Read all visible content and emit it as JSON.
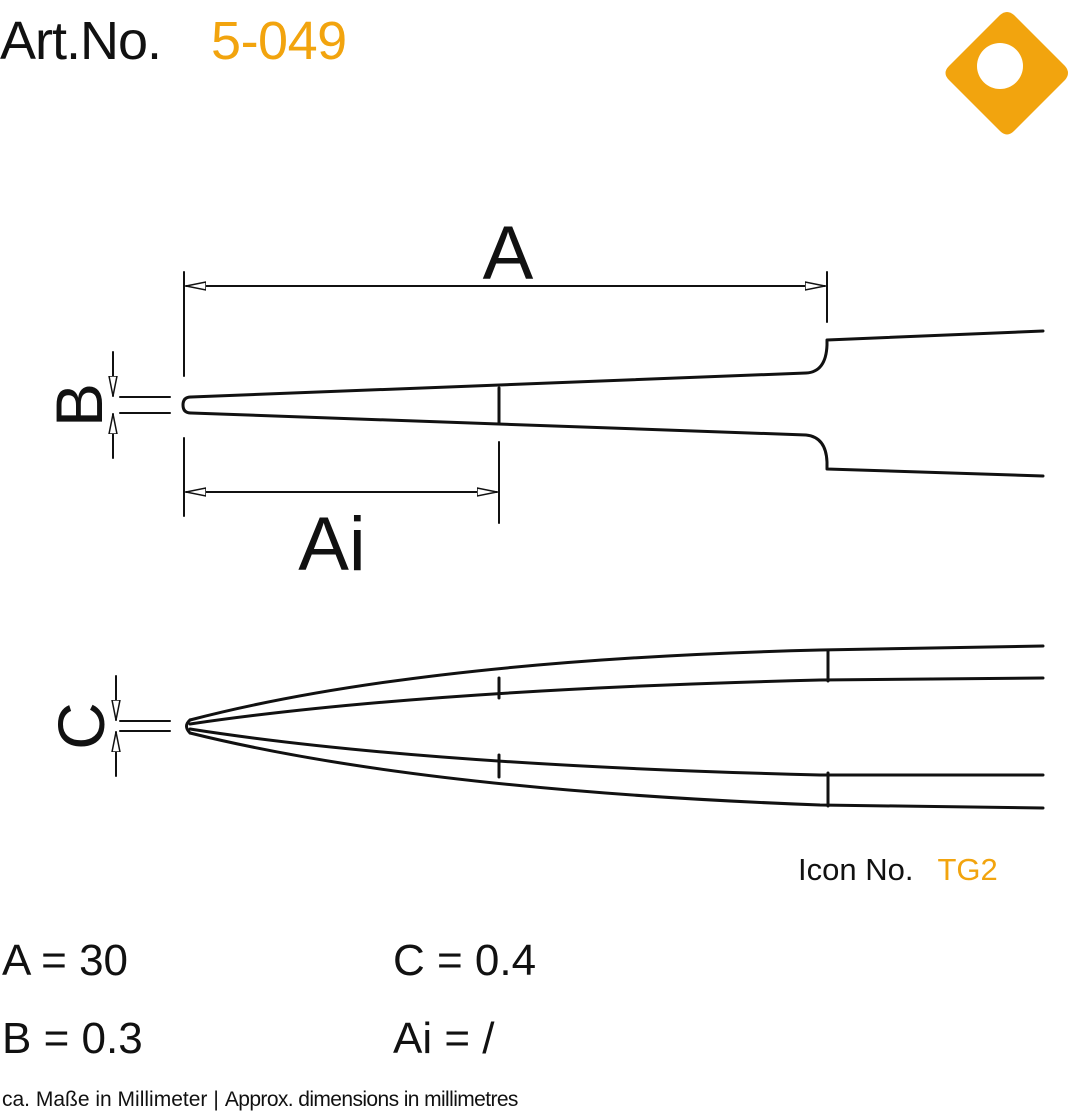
{
  "header": {
    "art_label": "Art.No.",
    "art_number": "5-049",
    "accent_color": "#F2A40E",
    "logo": "orange-rounded-diamond-with-hole-logo"
  },
  "diagram": {
    "label_A": "A",
    "label_B": "B",
    "label_Ai": "Ai",
    "label_C": "C"
  },
  "icon": {
    "label": "Icon No.",
    "value": "TG2"
  },
  "dimensions": {
    "A": "A = 30",
    "B": "B = 0.3",
    "C": "C = 0.4",
    "Ai": "Ai = /"
  },
  "footer": {
    "german": "ca. Maße in Millimeter",
    "separator": "|",
    "english": "Approx. dimensions in millimetres"
  }
}
